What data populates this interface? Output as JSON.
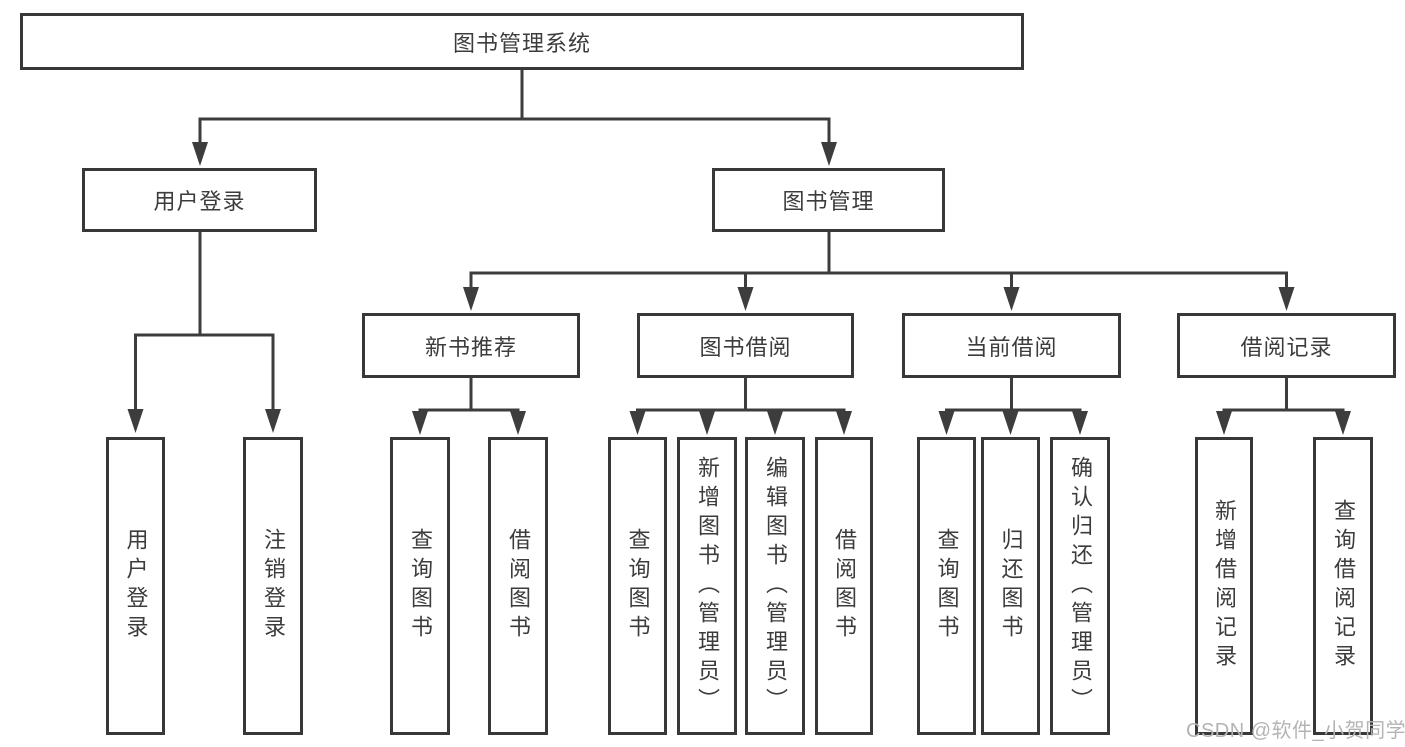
{
  "colors": {
    "line": "#3d3d3d",
    "box_border": "#383838",
    "text": "#3c3c3c",
    "background": "#ffffff",
    "watermark": "#b4b4b4"
  },
  "watermark": "CSDN @软件_小贺同学",
  "diagram": {
    "root": {
      "label": "图书管理系统"
    },
    "children": [
      {
        "label": "用户登录",
        "children": [
          {
            "label": "用户登录"
          },
          {
            "label": "注销登录"
          }
        ]
      },
      {
        "label": "图书管理",
        "children": [
          {
            "label": "新书推荐",
            "children": [
              {
                "label": "查询图书"
              },
              {
                "label": "借阅图书"
              }
            ]
          },
          {
            "label": "图书借阅",
            "children": [
              {
                "label": "查询图书"
              },
              {
                "label": "新增图书（管理员）"
              },
              {
                "label": "编辑图书（管理员）"
              },
              {
                "label": "借阅图书"
              }
            ]
          },
          {
            "label": "当前借阅",
            "children": [
              {
                "label": "查询图书"
              },
              {
                "label": "归还图书"
              },
              {
                "label": "确认归还（管理员）"
              }
            ]
          },
          {
            "label": "借阅记录",
            "children": [
              {
                "label": "新增借阅记录"
              },
              {
                "label": "查询借阅记录"
              }
            ]
          }
        ]
      }
    ]
  }
}
